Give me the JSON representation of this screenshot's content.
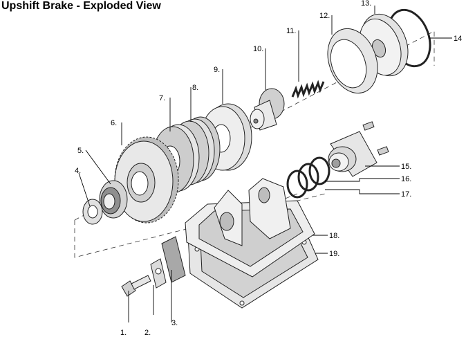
{
  "title": "Upshift Brake - Exploded View",
  "callouts": [
    "1.",
    "2.",
    "3.",
    "4.",
    "5.",
    "6.",
    "7.",
    "8.",
    "9.",
    "10.",
    "11.",
    "12.",
    "13.",
    "14",
    "15.",
    "16.",
    "17.",
    "18.",
    "19."
  ],
  "colors": {
    "part_fill": "#e6e6e6",
    "part_shade": "#bdbdbd",
    "outline": "#222222"
  }
}
